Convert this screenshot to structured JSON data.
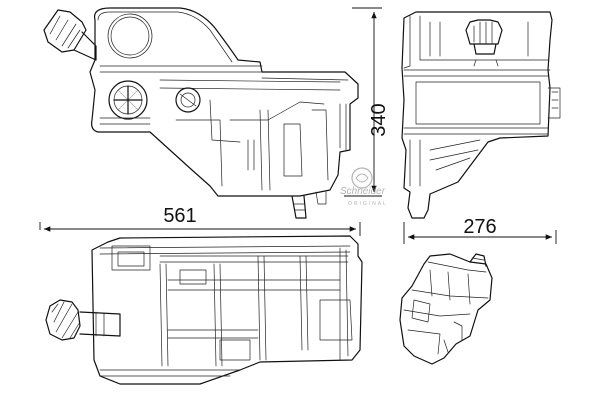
{
  "dimensions": {
    "length": "561",
    "height": "340",
    "depth": "276"
  },
  "watermark": {
    "brand": "Schneider",
    "sub": "ORIGINAL"
  },
  "colors": {
    "line": "#111111",
    "watermark": "#9a9a9a",
    "background": "#ffffff"
  }
}
